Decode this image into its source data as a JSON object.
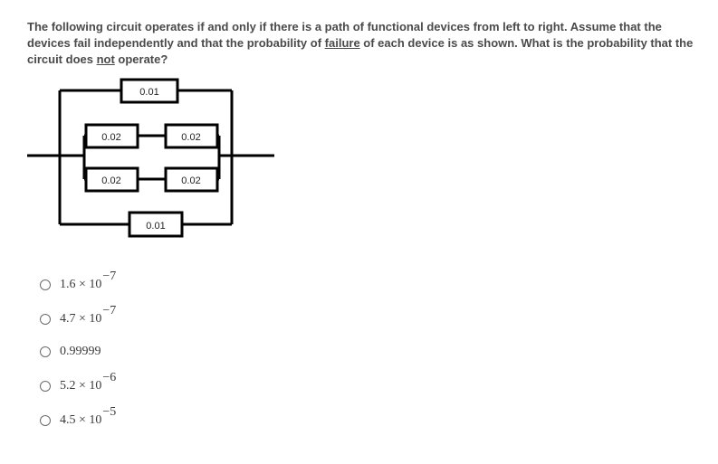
{
  "question": {
    "part1": "The following circuit operates if and only if there is a path of functional devices from left to right. Assume that the devices fail independently and that the probability of ",
    "word_failure": "failure",
    "part2": " of each device is as shown. What is the probability that the circuit does ",
    "word_not": "not",
    "part3": " operate?"
  },
  "circuit": {
    "top": "0.01",
    "middle_left_upper": "0.02",
    "middle_right_upper": "0.02",
    "middle_left_lower": "0.02",
    "middle_right_lower": "0.02",
    "bottom": "0.01"
  },
  "options": [
    {
      "mantissa": "1.6",
      "times": "×",
      "base": "10",
      "exponent": "−7"
    },
    {
      "mantissa": "4.7",
      "times": "×",
      "base": "10",
      "exponent": "−7"
    },
    {
      "text": "0.99999"
    },
    {
      "mantissa": "5.2",
      "times": "×",
      "base": "10",
      "exponent": "−6"
    },
    {
      "mantissa": "4.5",
      "times": "×",
      "base": "10",
      "exponent": "−5"
    }
  ]
}
